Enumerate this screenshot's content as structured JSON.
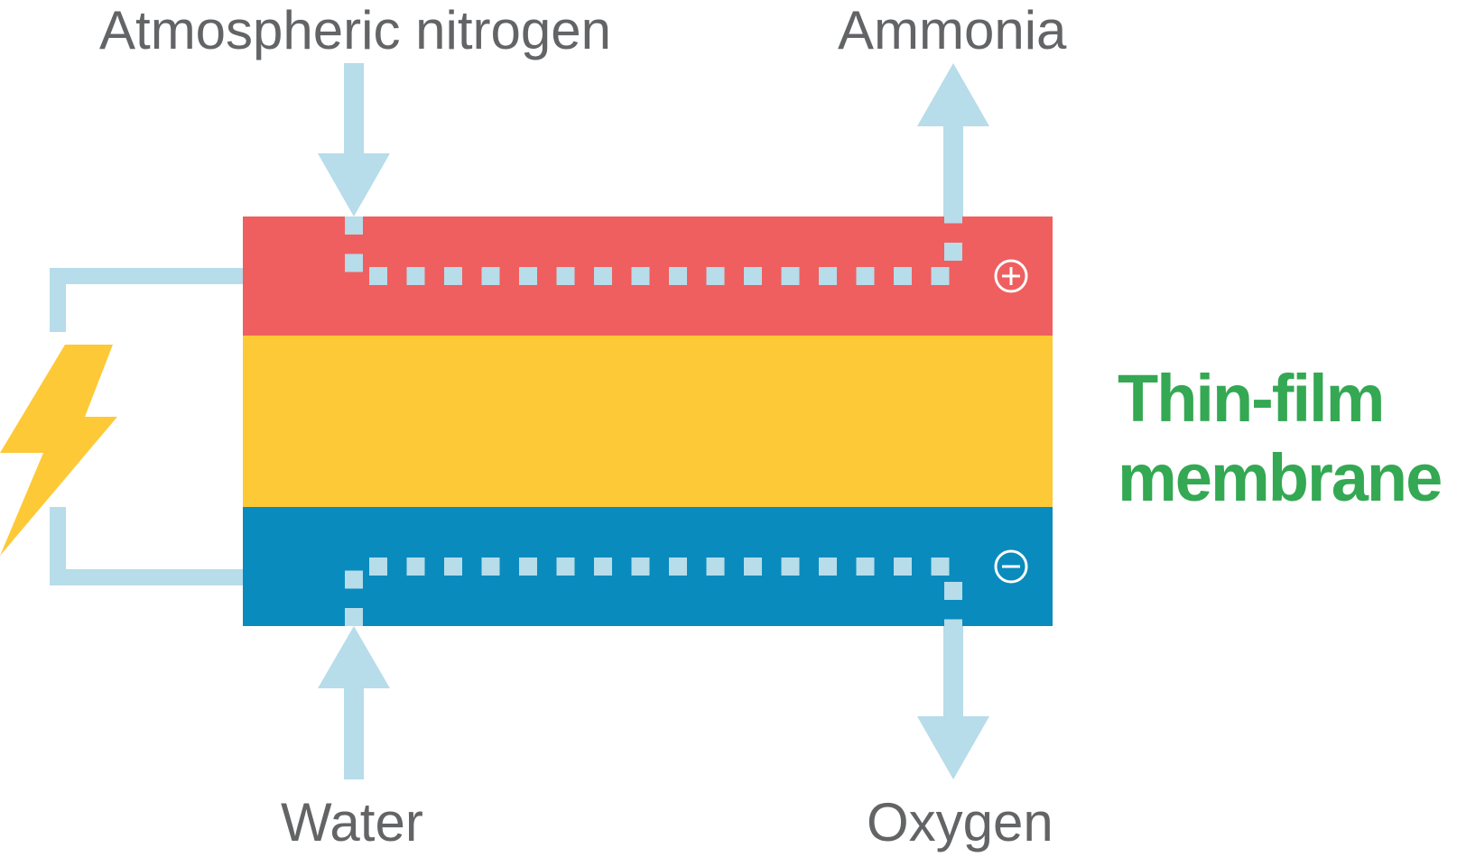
{
  "labels": {
    "input_top": "Atmospheric nitrogen",
    "output_top": "Ammonia",
    "input_bottom": "Water",
    "output_bottom": "Oxygen",
    "membrane_line1": "Thin-film",
    "membrane_line2": "membrane"
  },
  "terminals": {
    "top": "+",
    "bottom": "−"
  },
  "colors": {
    "top_layer": "#ef5f5f",
    "middle_layer": "#fec937",
    "bottom_layer": "#0a8bbd",
    "flow": "#b7dcea",
    "bolt": "#fec937",
    "label_text": "#636466",
    "membrane_label": "#34a853"
  },
  "icons": [
    "lightning-bolt-icon",
    "plus-circle-icon",
    "minus-circle-icon"
  ]
}
